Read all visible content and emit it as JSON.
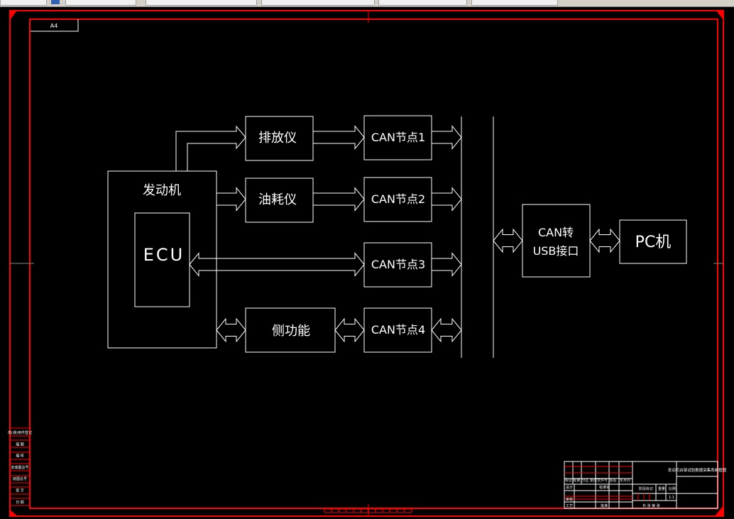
{
  "toolbar": {
    "fields": [
      "",
      "",
      "",
      "",
      ""
    ]
  },
  "sheet": {
    "size_label": "A4",
    "frame_color": "#ff0000",
    "line_color": "#ffffff",
    "background": "#000000"
  },
  "diagram": {
    "engine": "发动机",
    "ecu": "ECU",
    "emission": "排放仪",
    "fuel": "油耗仪",
    "side_function": "侧功能",
    "can1": "CAN节点1",
    "can2": "CAN节点2",
    "can3": "CAN节点3",
    "can4": "CAN节点4",
    "can_usb_line1": "CAN转",
    "can_usb_line2": "USB接口",
    "pc": "PC机"
  },
  "left_strip": [
    "借(通)用件登记",
    "描 图",
    "描 校",
    "旧底图总号",
    "底图总号",
    "签 字",
    "日 期"
  ],
  "title_block": {
    "row_headers": [
      "标记",
      "处数",
      "分区",
      "更改文件号",
      "签名",
      "年月日"
    ],
    "design": "设计",
    "standardize": "标准化",
    "review": "审核",
    "process": "工艺",
    "approve": "批准",
    "stage_mark": "阶段标记",
    "weight": "重量",
    "scale": "比例",
    "scale_value": "1:1",
    "sheets": "共 张 第 张",
    "drawing_title": "发动机台架试验数据采集系统框图"
  }
}
